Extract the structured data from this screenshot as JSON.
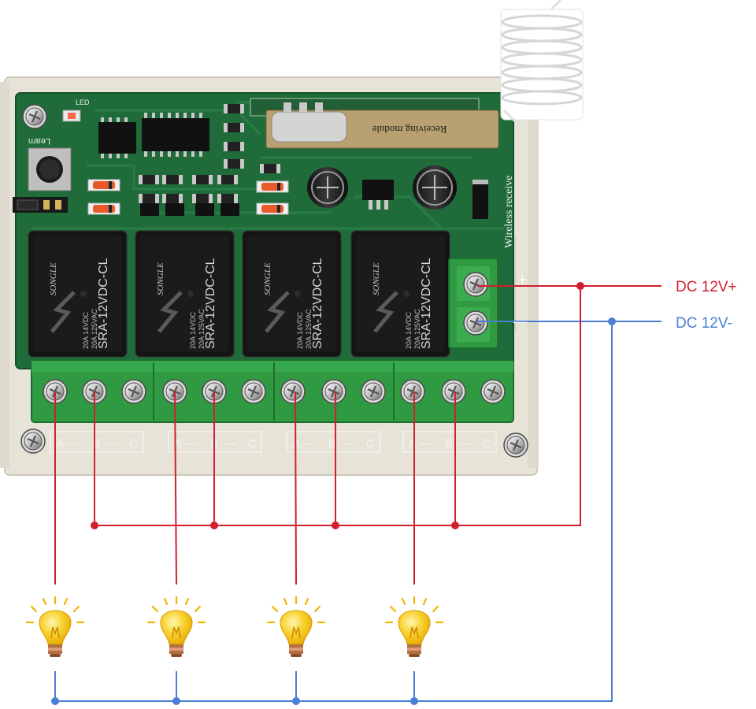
{
  "board": {
    "learn_label": "Learn",
    "led_label": "LED",
    "module_label": "Receiving module",
    "side_label": "Wireless receive",
    "relay_brand": "SONGLE",
    "relay_model": "SRA-12VDC-CL",
    "relay_rating_1": "20A 14VDC",
    "relay_rating_2": "20A 125VAC"
  },
  "terminals": {
    "a": "A",
    "b": "B",
    "c": "C",
    "dash": "—"
  },
  "power": {
    "positive_label": "DC 12V+",
    "negative_label": "DC 12V-",
    "plus_sign": "+",
    "minus_sign": "—"
  },
  "colors": {
    "positive_wire": "#d11f2e",
    "negative_wire": "#4a7fd4",
    "pcb": "#1f6b3a",
    "relay": "#141414",
    "terminal_block": "#2f9a42",
    "case": "#ece8dd",
    "bulb": "#f6c21a"
  },
  "relay_count": 4,
  "bulb_count": 4
}
